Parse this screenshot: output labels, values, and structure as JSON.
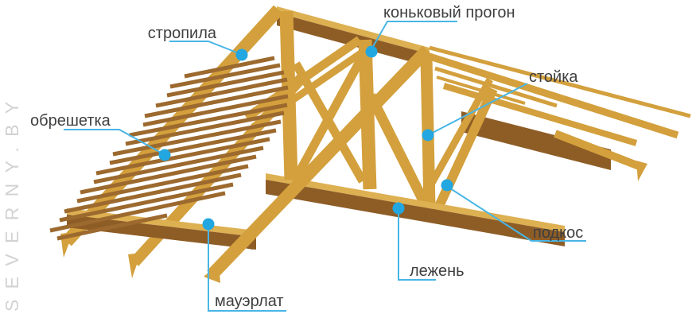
{
  "diagram": {
    "type": "roof-truss-structure-diagram",
    "watermark": "SEVERNY.BY",
    "labels": [
      {
        "id": "stropila",
        "text": "стропила"
      },
      {
        "id": "konkovyj-progon",
        "text": "коньковый прогон"
      },
      {
        "id": "stojka",
        "text": "стойка"
      },
      {
        "id": "obreshetka",
        "text": "обрешетка"
      },
      {
        "id": "podkos",
        "text": "подкос"
      },
      {
        "id": "lezhen",
        "text": "лежень"
      },
      {
        "id": "mauerlat",
        "text": "мауэрлат"
      }
    ],
    "colors": {
      "wood": "#d3a03d",
      "wood_light": "#ddb052",
      "wood_dark": "#8e5d26",
      "batten": "#9c692e",
      "leader_line": "#48b5e6",
      "marker_dot": "#22a7e0",
      "label_text": "#3f3f3f",
      "watermark": "#d2d2d2",
      "background": "#ffffff"
    }
  }
}
